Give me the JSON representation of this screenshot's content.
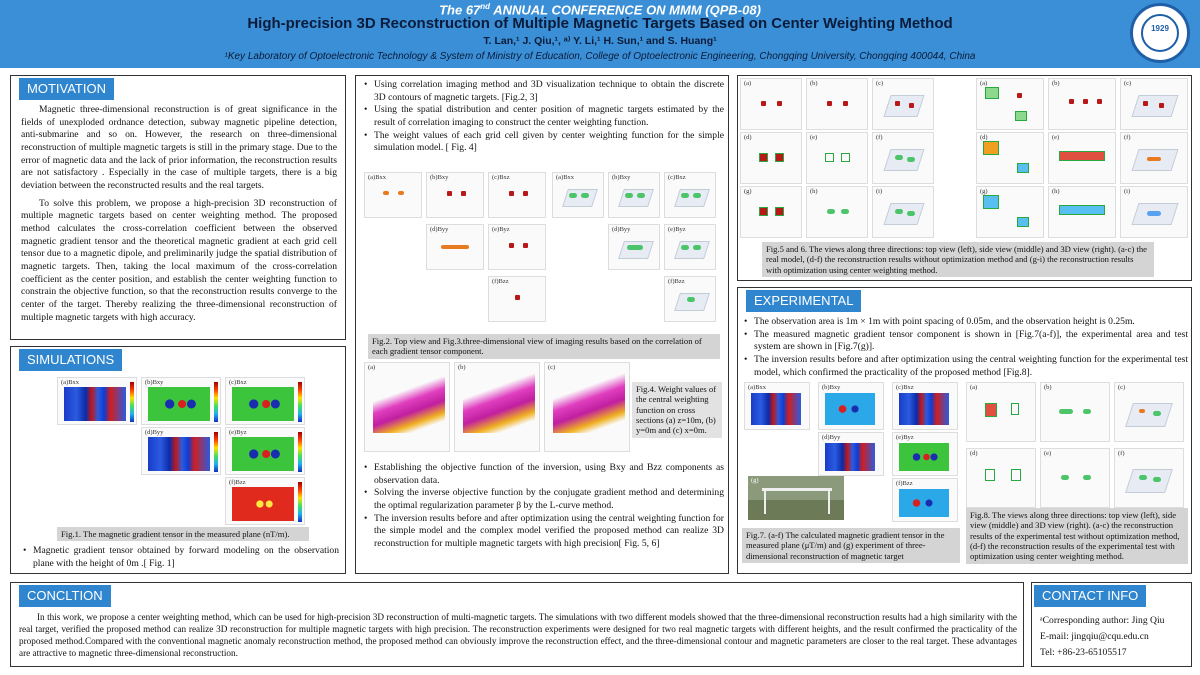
{
  "header": {
    "conference_prefix": "The 67",
    "conference_sup": "nd",
    "conference_suffix": " ANNUAL CONFERENCE ON MMM (QPB-08)",
    "title": "High-precision 3D Reconstruction of Multiple Magnetic Targets Based on Center Weighting Method",
    "authors": "T. Lan,¹ J. Qiu,¹, ᵃ⁾ Y. Li,¹ H. Sun,¹ and S. Huang¹",
    "affiliation": "¹Key Laboratory of Optoelectronic Technology & System of Ministry of Education, College of Optoelectronic Engineering, Chongqing University, Chongqing 400044, China",
    "logo_text": "1929"
  },
  "motivation": {
    "title": "MOTIVATION",
    "p1": "Magnetic three-dimensional reconstruction is of great significance in the fields of  unexploded ordnance detection, subway magnetic pipeline detection, anti-submarine and so on. However, the research on three-dimensional reconstruction of multiple magnetic targets is still in the primary stage. Due to the error of magnetic data and the lack of prior information, the reconstruction results are not satisfactory . Especially in the case of multiple targets, there is a big deviation between the reconstructed results and the real targets.",
    "p2": "To solve this problem, we propose a high-precision 3D reconstruction of multiple magnetic targets based on center weighting method. The proposed method calculates the cross-correlation coefficient between the observed magnetic gradient tensor and  the theoretical magnetic gradient at each grid cell tensor due to a magnetic dipole, and preliminarily judge the spatial distribution of magnetic targets. Then, taking the local maximum of the cross-correlation coefficient as the center position, and establish the center weighting function to constrain the objective function, so that the reconstruction results converge to the center of the target. Thereby realizing the three-dimensional reconstruction of multiple magnetic targets with high accuracy."
  },
  "simulations": {
    "title": "SIMULATIONS",
    "fig_labels": [
      "(a)Bxx",
      "(b)Bxy",
      "(c)Bxz",
      "(d)Byy",
      "(e)Byz",
      "(f)Bzz"
    ],
    "caption": "Fig.1. The  magnetic gradient tensor in the measured plane (nT/m).",
    "bullet": "Magnetic gradient tensor obtained by forward modeling on the observation plane with the height of 0m .[ Fig. 1]"
  },
  "middle": {
    "bullets_top": [
      "Using correlation imaging method and 3D visualization technique to obtain the discrete 3D contours of magnetic targets. [Fig.2, 3]",
      "Using the spatial distribution and center position of magnetic targets estimated by the result of  correlation imaging to construct the center weighting function.",
      "The weight values of each grid cell given by center weighting function for the simple simulation model. [ Fig. 4]"
    ],
    "fig2_labels": [
      "(a)Bxx",
      "(b)Bxy",
      "(c)Bxz",
      "(d)Byy",
      "(e)Byz",
      "(f)Bzz"
    ],
    "caption_fig23": "Fig.2. Top view and Fig.3.three-dimensional view of imaging results based on the correlation of each gradient tensor component.",
    "fig4_labels": [
      "(a)",
      "(b)",
      "(c)"
    ],
    "caption_fig4": "Fig.4. Weight values of the central weighting function on cross sections (a) z=10m, (b) y=0m and (c) x=0m.",
    "bullets_bottom": [
      "Establishing the objective function of the inversion,  using Bxy and Bzz components as observation data.",
      "Solving the inverse objective function by the conjugate gradient method and determining the optimal regularization parameter β by the L-curve method.",
      "The inversion results before and after optimization using the central weighting function  for  the  simple  model  and  the complex model verified the proposed method can realize 3D reconstruction for multiple magnetic targets with high precision[ Fig. 5, 6]"
    ]
  },
  "fig56": {
    "labels": [
      "(a)",
      "(b)",
      "(c)",
      "(d)",
      "(e)",
      "(f)",
      "(g)",
      "(h)",
      "(i)"
    ],
    "caption": "Fig.5 and 6. The views along three directions: top view (left), side view (middle) and 3D view (right). (a-c) the real model, (d-f) the reconstruction results without optimization method and (g-i) the reconstruction results with optimization using center weighting method."
  },
  "experimental": {
    "title": "EXPERIMENTAL",
    "bullets": [
      "The observation area is 1m × 1m with  point spacing of 0.05m, and the observation height is 0.25m.",
      "The measured magnetic gradient tensor component is shown in [Fig.7(a-f)],  the experimental area and test system are shown in [Fig.7(g)].",
      "The inversion results before and after optimization using the central weighting function for the experimental test model, which confirmed the practicality of the proposed method [Fig.8]."
    ],
    "fig7_labels": [
      "(a)Bxx",
      "(b)Bxy",
      "(c)Bxz",
      "(d)Byy",
      "(e)Byz",
      "(f)Bzz",
      "(g)"
    ],
    "caption_fig7": "Fig.7. (a-f) The calculated magnetic gradient tensor in the measured plane (μT/m) and (g) experiment of three-dimensional reconstruction of magnetic target",
    "fig8_labels": [
      "(a)",
      "(b)",
      "(c)",
      "(d)",
      "(e)",
      "(f)"
    ],
    "caption_fig8": "Fig.8. The views along three directions: top view (left), side view (middle) and 3D view (right). (a-c) the reconstruction results of the experimental test without optimization method, (d-f) the reconstruction results of the experimental test with optimization using center weighting method."
  },
  "conclusion": {
    "title": "CONCLTION",
    "text": "In this work, we propose a center weighting method, which can be used for high-precision 3D reconstruction of multi-magnetic targets. The simulations with two different models showed that the three-dimensional reconstruction results had a high similarity with the real target, verified the proposed method can realize 3D reconstruction for multiple magnetic targets with high precision. The reconstruction experiments were designed for two real magnetic targets with different heights, and the result confirmed the practicality of the proposed method.Compared with the conventional magnetic anomaly reconstruction method, the proposed method can obviously improve the reconstruction effect, and the three-dimensional contour and magnetic parameters are closer to the real target. These advantages are attractive to magnetic three-dimensional reconstruction."
  },
  "contact": {
    "title": "CONTACT INFO",
    "author": "ᵃCorresponding author:  Jing Qiu",
    "email": "E-mail: jingqiu@cqu.edu.cn",
    "tel": "Tel: +86-23-65105517"
  },
  "colors": {
    "header_bg": "#3a8fd6",
    "section_title_bg": "#2f86cf",
    "caption_bg": "#d4d4d4"
  }
}
